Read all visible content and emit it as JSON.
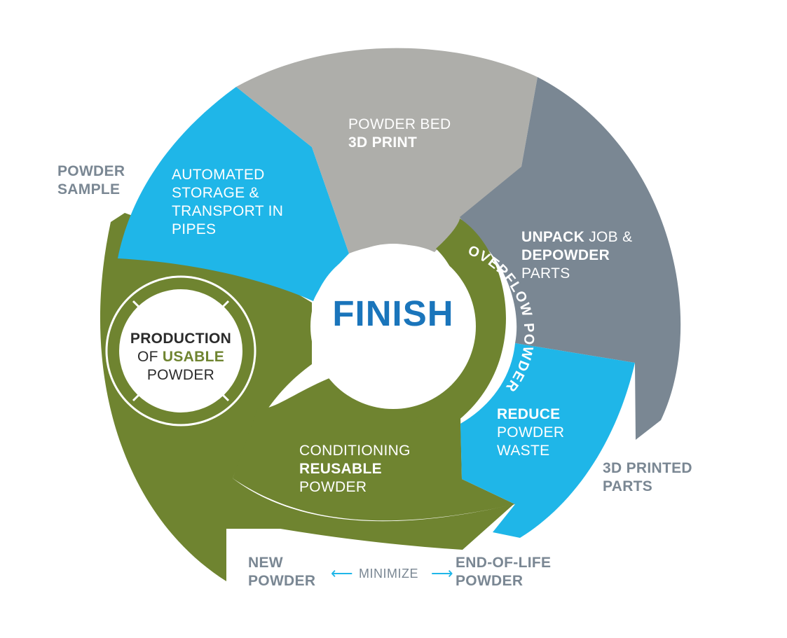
{
  "center": {
    "label": "FINISH"
  },
  "ring": {
    "overflow_label": "OVERFLOW POWDER"
  },
  "segments": {
    "print": {
      "line1": "POWDER BED",
      "line2": "3D PRINT"
    },
    "unpack": {
      "w1": "UNPACK",
      "w2": " JOB &",
      "w3": "DEPOWDER",
      "w4": "PARTS"
    },
    "reduce": {
      "line1": "REDUCE",
      "line2": "POWDER",
      "line3": "WASTE"
    },
    "conditioning": {
      "line1": "CONDITIONING",
      "line2": "REUSABLE",
      "line3": "POWDER"
    },
    "storage": {
      "line1": "AUTOMATED",
      "line2": "STORAGE &",
      "line3": "TRANSPORT IN",
      "line4": "PIPES"
    }
  },
  "production": {
    "line1": "PRODUCTION",
    "of": "OF ",
    "usable": "USABLE",
    "line3": "POWDER"
  },
  "outer_labels": {
    "powder_sample": [
      "POWDER",
      "SAMPLE"
    ],
    "printed_parts": [
      "3D PRINTED",
      "PARTS"
    ],
    "new_powder": [
      "NEW",
      "POWDER"
    ],
    "end_of_life": [
      "END-OF-LIFE",
      "POWDER"
    ]
  },
  "legend": {
    "minimize": "MINIMIZE"
  },
  "colors": {
    "green": "#6f8430",
    "blue": "#1fb6e8",
    "light_grey": "#aeaeaa",
    "slate": "#7a8793",
    "finish_blue": "#1a75bb"
  }
}
